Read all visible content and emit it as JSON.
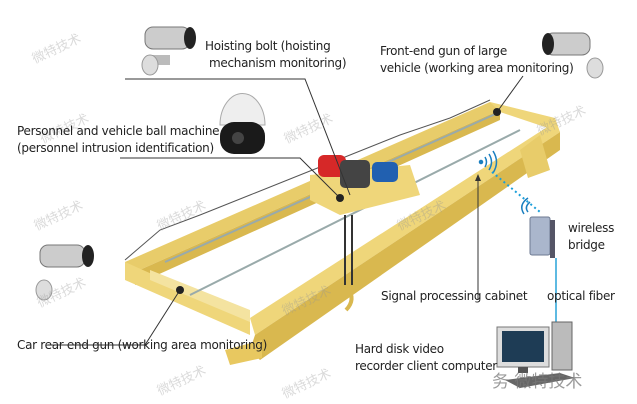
{
  "labels": {
    "hoisting": [
      "Hoisting bolt (hoisting",
      "mechanism monitoring)"
    ],
    "front_end": [
      "Front-end gun of large",
      "vehicle (working area monitoring)"
    ],
    "ball_machine": [
      "Personnel and vehicle ball machine",
      "(personnel intrusion identification)"
    ],
    "wireless_bridge": [
      "wireless",
      "bridge"
    ],
    "signal_cabinet": "Signal processing cabinet",
    "optical_fiber": "optical fiber",
    "car_rear": "Car rear end gun (working area monitoring)",
    "computer": [
      "Hard disk video",
      "recorder client computer"
    ]
  },
  "watermark": "微特技术",
  "watermark_corner": "务    微特技术",
  "colors": {
    "crane": "#efd67a",
    "crane_dark": "#d9b84f",
    "fiber": "#29a3d9",
    "leader": "#333333"
  }
}
